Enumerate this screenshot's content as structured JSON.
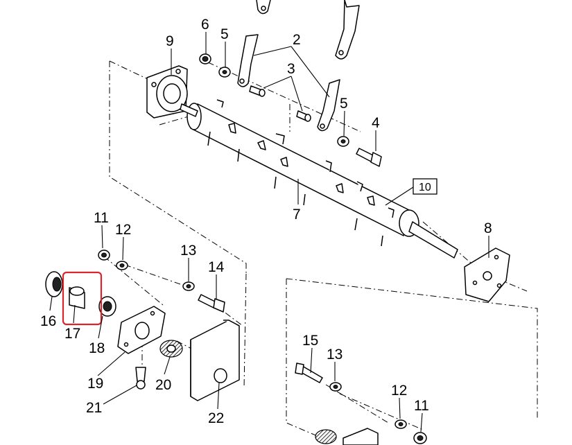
{
  "callouts": {
    "p2": "2",
    "p3": "3",
    "p4": "4",
    "p5a": "5",
    "p5b": "5",
    "p6": "6",
    "p7": "7",
    "p8": "8",
    "p9": "9",
    "p10": "10",
    "p11a": "11",
    "p11b": "11",
    "p12a": "12",
    "p12b": "12",
    "p13a": "13",
    "p13b": "13",
    "p14": "14",
    "p15": "15",
    "p16": "16",
    "p17": "17",
    "p18": "18",
    "p19": "19",
    "p20": "20",
    "p21": "21",
    "p22": "22"
  },
  "highlight": {
    "color": "#d9262c",
    "parts": [
      "17"
    ]
  }
}
